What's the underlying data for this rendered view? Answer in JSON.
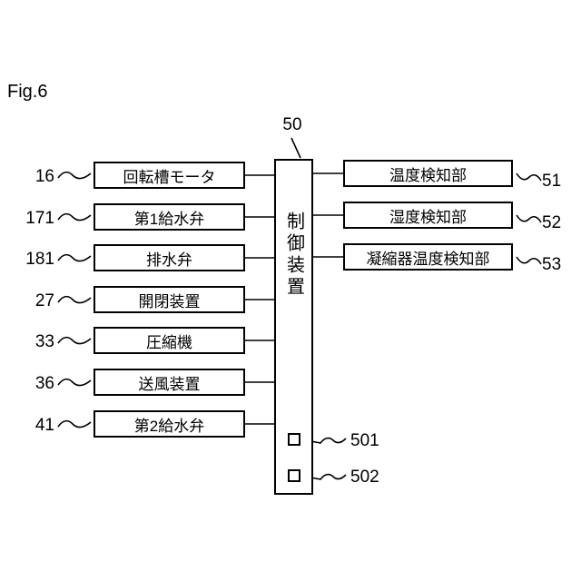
{
  "figure_label": "Fig.6",
  "center": {
    "ref": "50",
    "label": "制御装置"
  },
  "left_items": [
    {
      "ref": "16",
      "label": "回転槽モータ"
    },
    {
      "ref": "171",
      "label": "第1給水弁"
    },
    {
      "ref": "181",
      "label": "排水弁"
    },
    {
      "ref": "27",
      "label": "開閉装置"
    },
    {
      "ref": "33",
      "label": "圧縮機"
    },
    {
      "ref": "36",
      "label": "送風装置"
    },
    {
      "ref": "41",
      "label": "第2給水弁"
    }
  ],
  "right_items": [
    {
      "ref": "51",
      "label": "温度検知部"
    },
    {
      "ref": "52",
      "label": "湿度検知部"
    },
    {
      "ref": "53",
      "label": "凝縮器温度検知部"
    }
  ],
  "ports": [
    {
      "ref": "501"
    },
    {
      "ref": "502"
    }
  ]
}
